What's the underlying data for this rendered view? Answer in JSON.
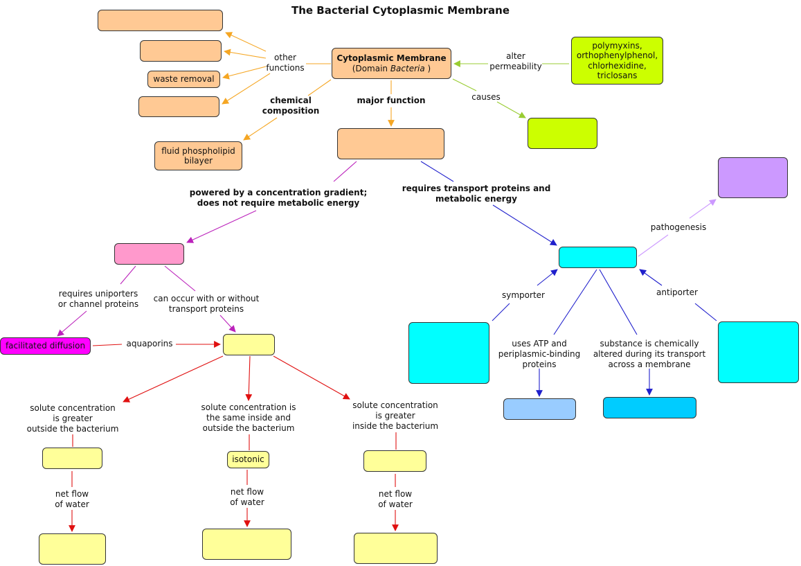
{
  "title": "The Bacterial Cytoplasmic Membrane",
  "colors": {
    "orange": "#FFC994",
    "lime": "#CCFF00",
    "purple": "#CC99FF",
    "pink": "#FF99CC",
    "magenta": "#FF00FF",
    "yellow": "#FFFF99",
    "cyan": "#00FFFF",
    "light_blue": "#99CCFF",
    "sky_blue": "#00CCFF",
    "arrow_orange": "#F5A623",
    "arrow_lime": "#99CC33",
    "arrow_purple": "#BB22BB",
    "arrow_blue": "#1F1FCC",
    "arrow_red": "#E01010",
    "arrow_violet": "#CC99FF"
  },
  "nodes": {
    "cytoplasmic_membrane": {
      "title": "Cytoplasmic Membrane",
      "subtitle_prefix": "(Domain ",
      "subtitle_italic": "Bacteria",
      "subtitle_suffix": " )"
    },
    "other_fn_1": "",
    "other_fn_2": "",
    "waste_removal": "waste removal",
    "other_fn_4": "",
    "fluid_bilayer": "fluid phospholipid bilayer",
    "major_function": "",
    "antimicrobials": "polymyxins, orthophenylphenol, chlorhexidine, triclosans",
    "causes_target": "",
    "pathogenesis_target": "",
    "passive_transport": "",
    "active_transport": "",
    "facilitated_diffusion": "facilitated diffusion",
    "osmosis": "",
    "symporter_source": "",
    "antiporter_source": "",
    "abc_transport": "",
    "group_translocation": "",
    "hypertonic": "",
    "isotonic": "isotonic",
    "hypotonic": "",
    "result_left": "",
    "result_mid": "",
    "result_right": ""
  },
  "labels": {
    "other_functions": "other\nfunctions",
    "chemical_composition": "chemical\ncomposition",
    "major_function": "major function",
    "alter_permeability": "alter\npermeability",
    "causes": "causes",
    "powered_by_gradient": "powered by a concentration gradient;\ndoes not require metabolic energy",
    "requires_transport_proteins": "requires transport proteins and\nmetabolic energy",
    "pathogenesis": "pathogenesis",
    "requires_uniporters": "requires uniporters\nor channel proteins",
    "with_or_without": "can occur with or without\ntransport proteins",
    "aquaporins": "aquaporins",
    "symporter": "symporter",
    "antiporter": "antiporter",
    "uses_atp": "uses ATP and\nperiplasmic-binding\nproteins",
    "chemically_altered": "substance is chemically\naltered during its transport\nacross a membrane",
    "conc_outside": "solute concentration\nis greater\noutside the bacterium",
    "conc_same": "solute concentration is\nthe same inside and\noutside the bacterium",
    "conc_inside": "solute concentration\nis greater\ninside the bacterium",
    "net_flow_1": "net flow\nof water",
    "net_flow_2": "net flow\nof water",
    "net_flow_3": "net flow\nof water"
  }
}
